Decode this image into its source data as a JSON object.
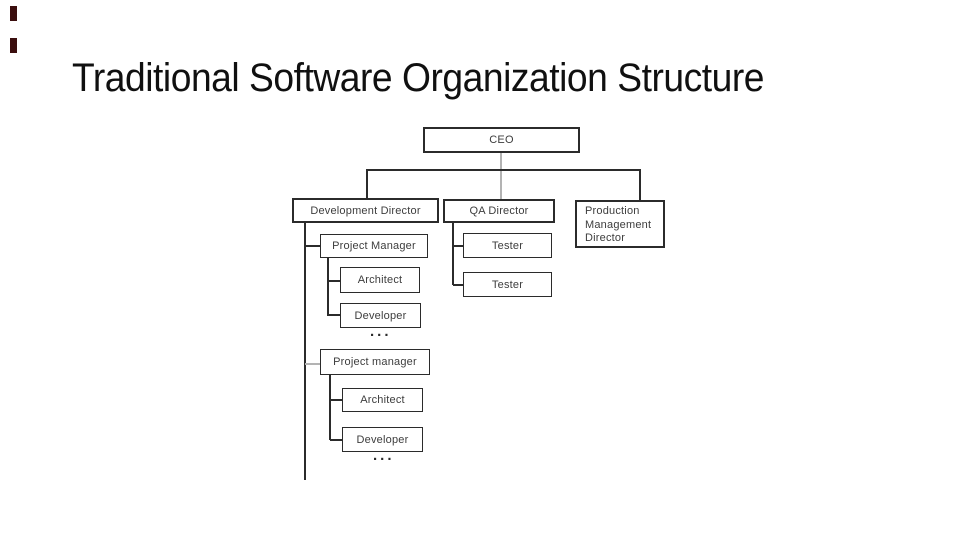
{
  "slide": {
    "title": "Traditional Software Organization Structure",
    "background_color": "#ffffff",
    "title_color": "#101010",
    "corner_marks_color": "#3b0e0e"
  },
  "org_chart": {
    "colors": {
      "box_border": "#2b2b2b",
      "line_dark": "#2b2b2b",
      "line_light": "#b3b3b3",
      "label_text": "#3d3d3d"
    },
    "ellipsis": "...",
    "nodes": [
      {
        "id": "ceo",
        "label": "CEO"
      },
      {
        "id": "development-director",
        "label": "Development Director"
      },
      {
        "id": "qa-director",
        "label": "QA Director"
      },
      {
        "id": "production-management-director",
        "label": "Production Management Director"
      },
      {
        "id": "project-manager-1",
        "label": "Project Manager"
      },
      {
        "id": "tester-1",
        "label": "Tester"
      },
      {
        "id": "architect-1",
        "label": "Architect"
      },
      {
        "id": "tester-2",
        "label": "Tester"
      },
      {
        "id": "developer-1",
        "label": "Developer"
      },
      {
        "id": "project-manager-2",
        "label": "Project manager"
      },
      {
        "id": "architect-2",
        "label": "Architect"
      },
      {
        "id": "developer-2",
        "label": "Developer"
      }
    ]
  }
}
